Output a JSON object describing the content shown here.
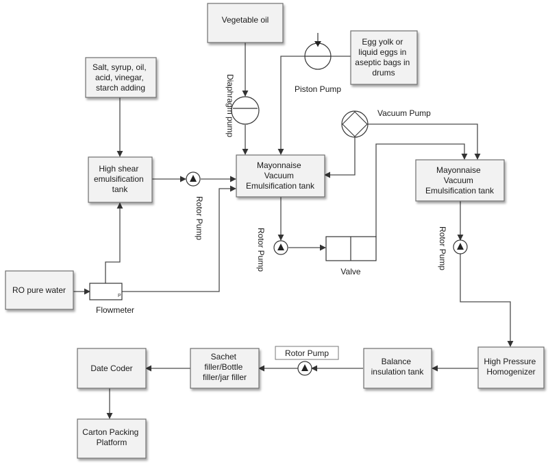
{
  "nodes": {
    "vegetable_oil": [
      "Vegetable oil"
    ],
    "egg_yolk": [
      "Egg yolk or",
      "liquid eggs in",
      "aseptic bags in",
      "drums"
    ],
    "salt_syrup": [
      "Salt, syrup, oil,",
      "acid, vinegar,",
      "starch adding"
    ],
    "high_shear": [
      "High shear",
      "emulsification",
      "tank"
    ],
    "mayo_tank_1": [
      "Mayonnaise",
      "Vacuum",
      "Emulsification tank"
    ],
    "mayo_tank_2": [
      "Mayonnaise",
      "Vacuum",
      "Emulsification tank"
    ],
    "ro_water": [
      "RO pure water"
    ],
    "date_coder": [
      "Date Coder"
    ],
    "filler": [
      "Sachet",
      "filler/Bottle",
      "filler/jar filler"
    ],
    "balance_tank": [
      "Balance",
      "insulation tank"
    ],
    "homogenizer": [
      "High Pressure",
      "Homogenizer"
    ],
    "carton": [
      "Carton Packing",
      "Platform"
    ]
  },
  "labels": {
    "diaphragm_pump": "Diaphragm pump",
    "piston_pump": "Piston Pump",
    "vacuum_pump": "Vacuum Pump",
    "rotor_pump_1": "Rotor Pump",
    "rotor_pump_2": "Rotor Pump",
    "rotor_pump_3": "Rotor Pump",
    "rotor_pump_4": "Rotor Pump",
    "valve": "Valve",
    "flowmeter": "Flowmeter",
    "flowmeter_mark": "P"
  }
}
